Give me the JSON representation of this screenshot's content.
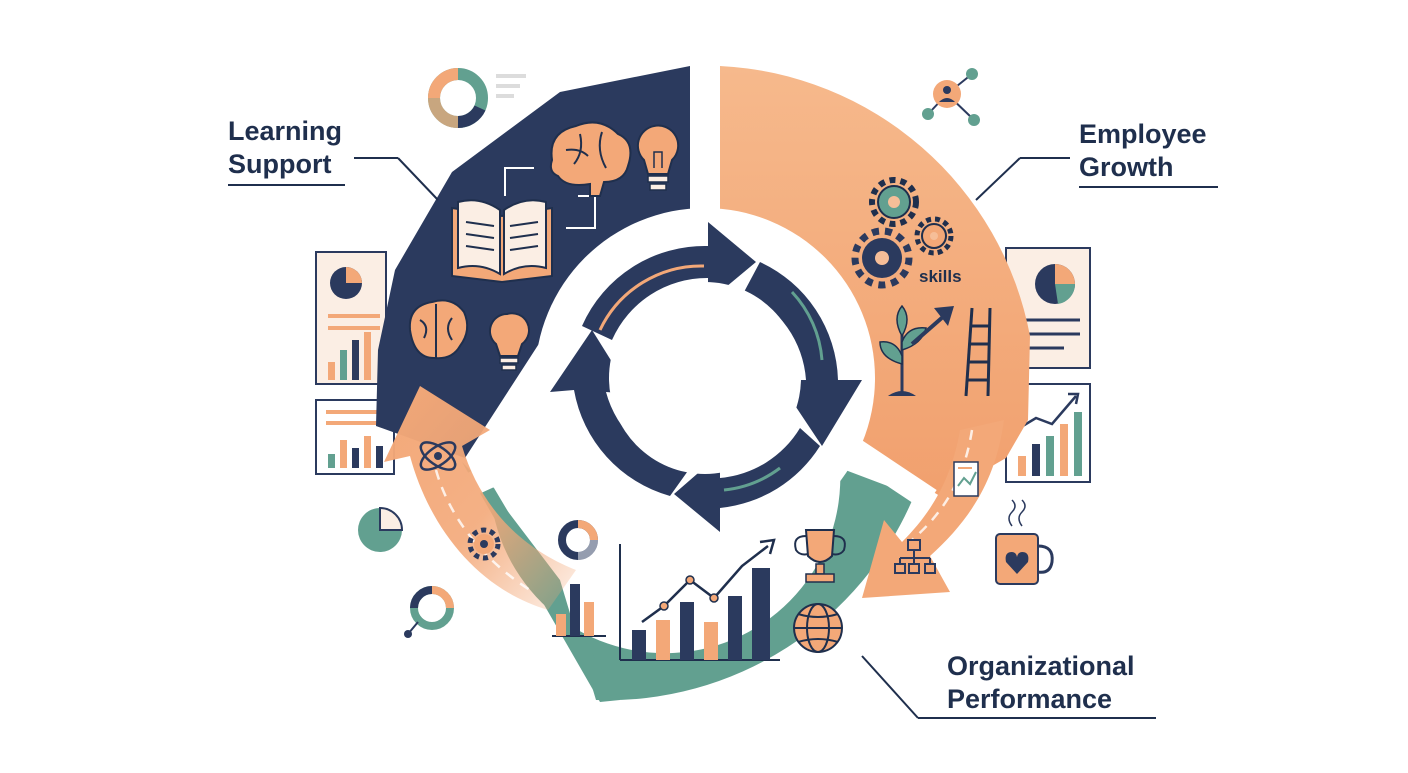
{
  "labels": {
    "learning": [
      "Learning",
      "Support"
    ],
    "growth": [
      "Employee",
      "Growth"
    ],
    "org": [
      "Organizational",
      "Performance"
    ]
  },
  "annotations": {
    "skills": "skills"
  },
  "icons": {
    "learning": [
      "book-icon",
      "brain-icon",
      "lightbulb-icon",
      "atom-icon",
      "donut-chart-icon"
    ],
    "growth": [
      "gears-icon",
      "plant-icon",
      "growth-arrow-icon",
      "ladder-icon",
      "network-icon"
    ],
    "org": [
      "bar-chart-icon",
      "trophy-icon",
      "globe-icon",
      "org-chart-icon",
      "coffee-mug-icon"
    ]
  },
  "colors": {
    "navy": "#2b3a5e",
    "peach": "#f3a878",
    "peach_light": "#f6be98",
    "teal": "#62a090",
    "text": "#1f2f4d"
  }
}
